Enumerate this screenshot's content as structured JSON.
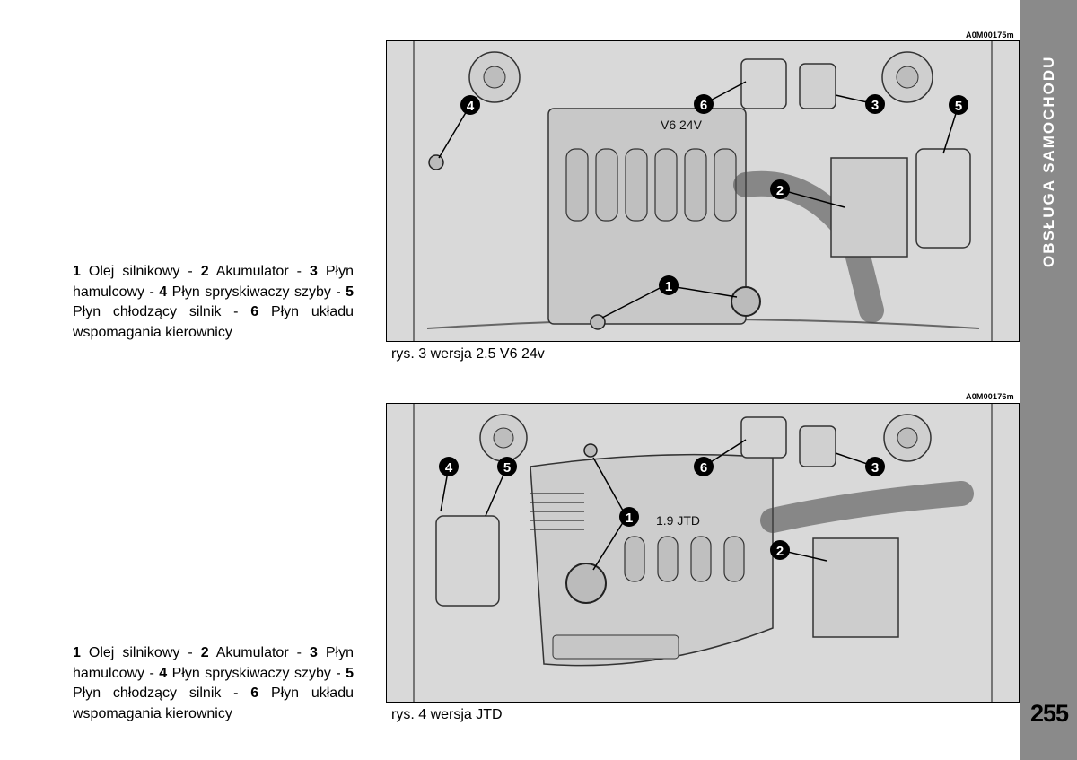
{
  "sidebar": {
    "section_title": "OBSŁUGA  SAMOCHODU",
    "page_number": "255"
  },
  "figure1": {
    "code": "A0M00175m",
    "caption": "rys. 3 wersja 2.5 V6 24v",
    "engine_text": "V6  24V",
    "legend": [
      {
        "num": "1",
        "text": " Olej silnikowy - "
      },
      {
        "num": "2",
        "text": " Akumulator - "
      },
      {
        "num": "3",
        "text": " Płyn hamulcowy - "
      },
      {
        "num": "4",
        "text": " Płyn spryskiwaczy szyby - "
      },
      {
        "num": "5",
        "text": " Płyn chłodzący silnik - "
      },
      {
        "num": "6",
        "text": " Płyn układu wspomagania kierownicy"
      }
    ],
    "callouts": [
      "1",
      "2",
      "3",
      "4",
      "5",
      "6"
    ]
  },
  "figure2": {
    "code": "A0M00176m",
    "caption": "rys. 4 wersja JTD",
    "engine_text": "1.9  JTD",
    "legend": [
      {
        "num": "1",
        "text": " Olej silnikowy - "
      },
      {
        "num": "2",
        "text": " Akumulator - "
      },
      {
        "num": "3",
        "text": " Płyn hamulcowy - "
      },
      {
        "num": "4",
        "text": " Płyn spryskiwaczy szyby - "
      },
      {
        "num": "5",
        "text": " Płyn chłodzący silnik - "
      },
      {
        "num": "6",
        "text": " Płyn układu wspomagania kierownicy"
      }
    ],
    "callouts": [
      "1",
      "2",
      "3",
      "4",
      "5",
      "6"
    ]
  }
}
